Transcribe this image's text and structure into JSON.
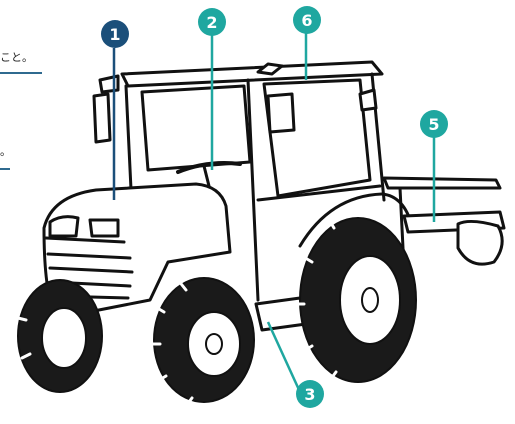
{
  "colors": {
    "badge_dark": "#1b4f7a",
    "badge_teal": "#1fa7a0",
    "line": "#111111",
    "leader_teal": "#1fa7a0"
  },
  "fragments": {
    "line1": "こと。",
    "line2": "。"
  },
  "callouts": [
    {
      "id": "1",
      "label": "1",
      "color": "badge_dark"
    },
    {
      "id": "2",
      "label": "2",
      "color": "badge_teal"
    },
    {
      "id": "3",
      "label": "3",
      "color": "badge_teal"
    },
    {
      "id": "5",
      "label": "5",
      "color": "badge_teal"
    },
    {
      "id": "6",
      "label": "6",
      "color": "badge_teal"
    }
  ]
}
